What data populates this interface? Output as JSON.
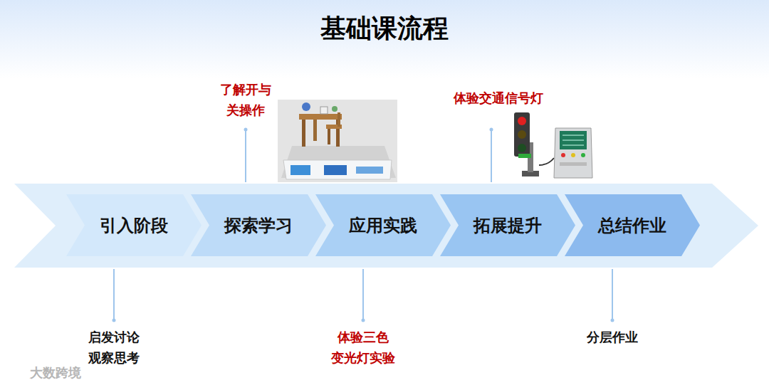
{
  "diagram": {
    "title": "基础课流程",
    "nodes": [
      {
        "text": [
          "引入阶段"
        ]
      },
      {
        "text": [
          "探索学习"
        ]
      },
      {
        "text": [
          "应用实践"
        ]
      },
      {
        "text": [
          "拓展提升"
        ]
      },
      {
        "text": [
          "总结作业"
        ]
      }
    ],
    "labels": [
      "了解开与 关操作",
      "体验交通信号灯",
      "启发讨论 观察思考",
      "体验三色 变光灯实验",
      "分层作业",
      "大数跨境"
    ]
  }
}
